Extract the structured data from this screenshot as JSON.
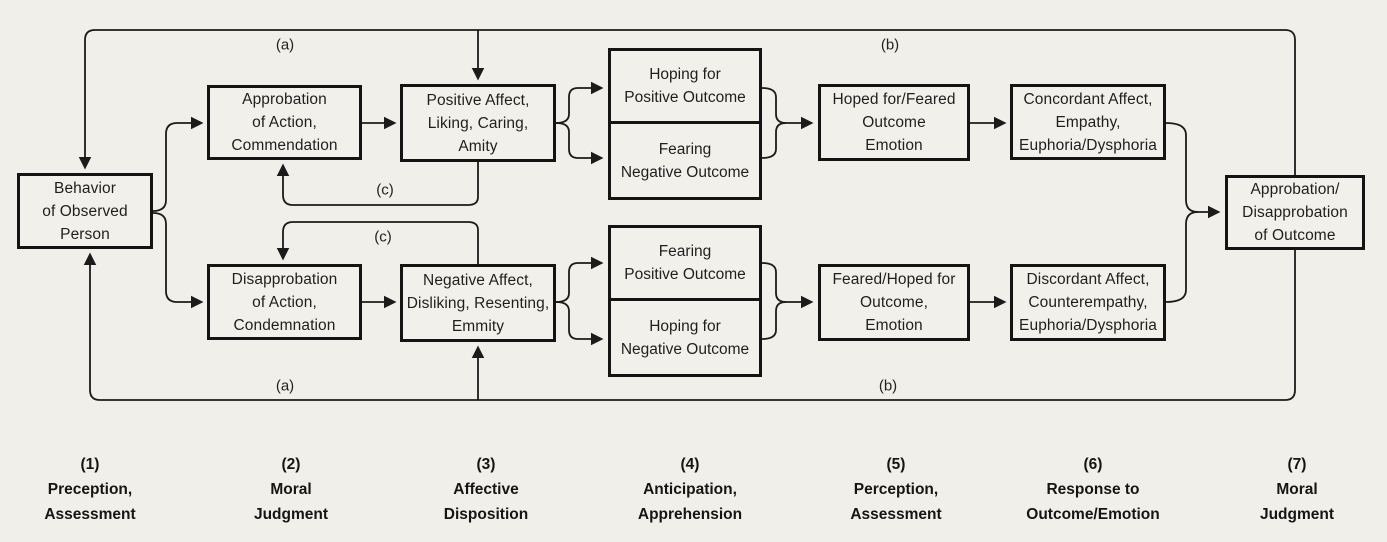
{
  "page": {
    "paper_color": "#f1efe9",
    "ink_color": "#1b1b1b"
  },
  "nodes": {
    "behavior": "Behavior\nof Observed\nPerson",
    "approbation": "Approbation\nof Action,\nCommendation",
    "positive_affect": "Positive Affect,\nLiking, Caring,\nAmity",
    "hoping_positive": "Hoping for\nPositive Outcome",
    "fearing_negative": "Fearing\nNegative Outcome",
    "hoped_feared": "Hoped for/Feared\nOutcome\nEmotion",
    "concordant": "Concordant Affect,\nEmpathy,\nEuphoria/Dysphoria",
    "disapprobation": "Disapprobation\nof Action,\nCondemnation",
    "negative_affect": "Negative Affect,\nDisliking, Resenting,\nEmmity",
    "fearing_positive": "Fearing\nPositive Outcome",
    "hoping_negative": "Hoping for\nNegative Outcome",
    "feared_hoped": "Feared/Hoped for\nOutcome,\nEmotion",
    "discordant": "Discordant Affect,\nCounterempathy,\nEuphoria/Dysphoria",
    "outcome": "Approbation/\nDisapprobation\nof Outcome"
  },
  "edge_labels": {
    "a_top": "(a)",
    "b_top": "(b)",
    "c_top": "(c)",
    "c_bottom": "(c)",
    "a_bottom": "(a)",
    "b_bottom": "(b)"
  },
  "stages": [
    {
      "num": "(1)",
      "name": "Preception,\nAssessment"
    },
    {
      "num": "(2)",
      "name": "Moral\nJudgment"
    },
    {
      "num": "(3)",
      "name": "Affective\nDisposition"
    },
    {
      "num": "(4)",
      "name": "Anticipation,\nApprehension"
    },
    {
      "num": "(5)",
      "name": "Perception,\nAssessment"
    },
    {
      "num": "(6)",
      "name": "Response to\nOutcome/Emotion"
    },
    {
      "num": "(7)",
      "name": "Moral\nJudgment"
    }
  ]
}
